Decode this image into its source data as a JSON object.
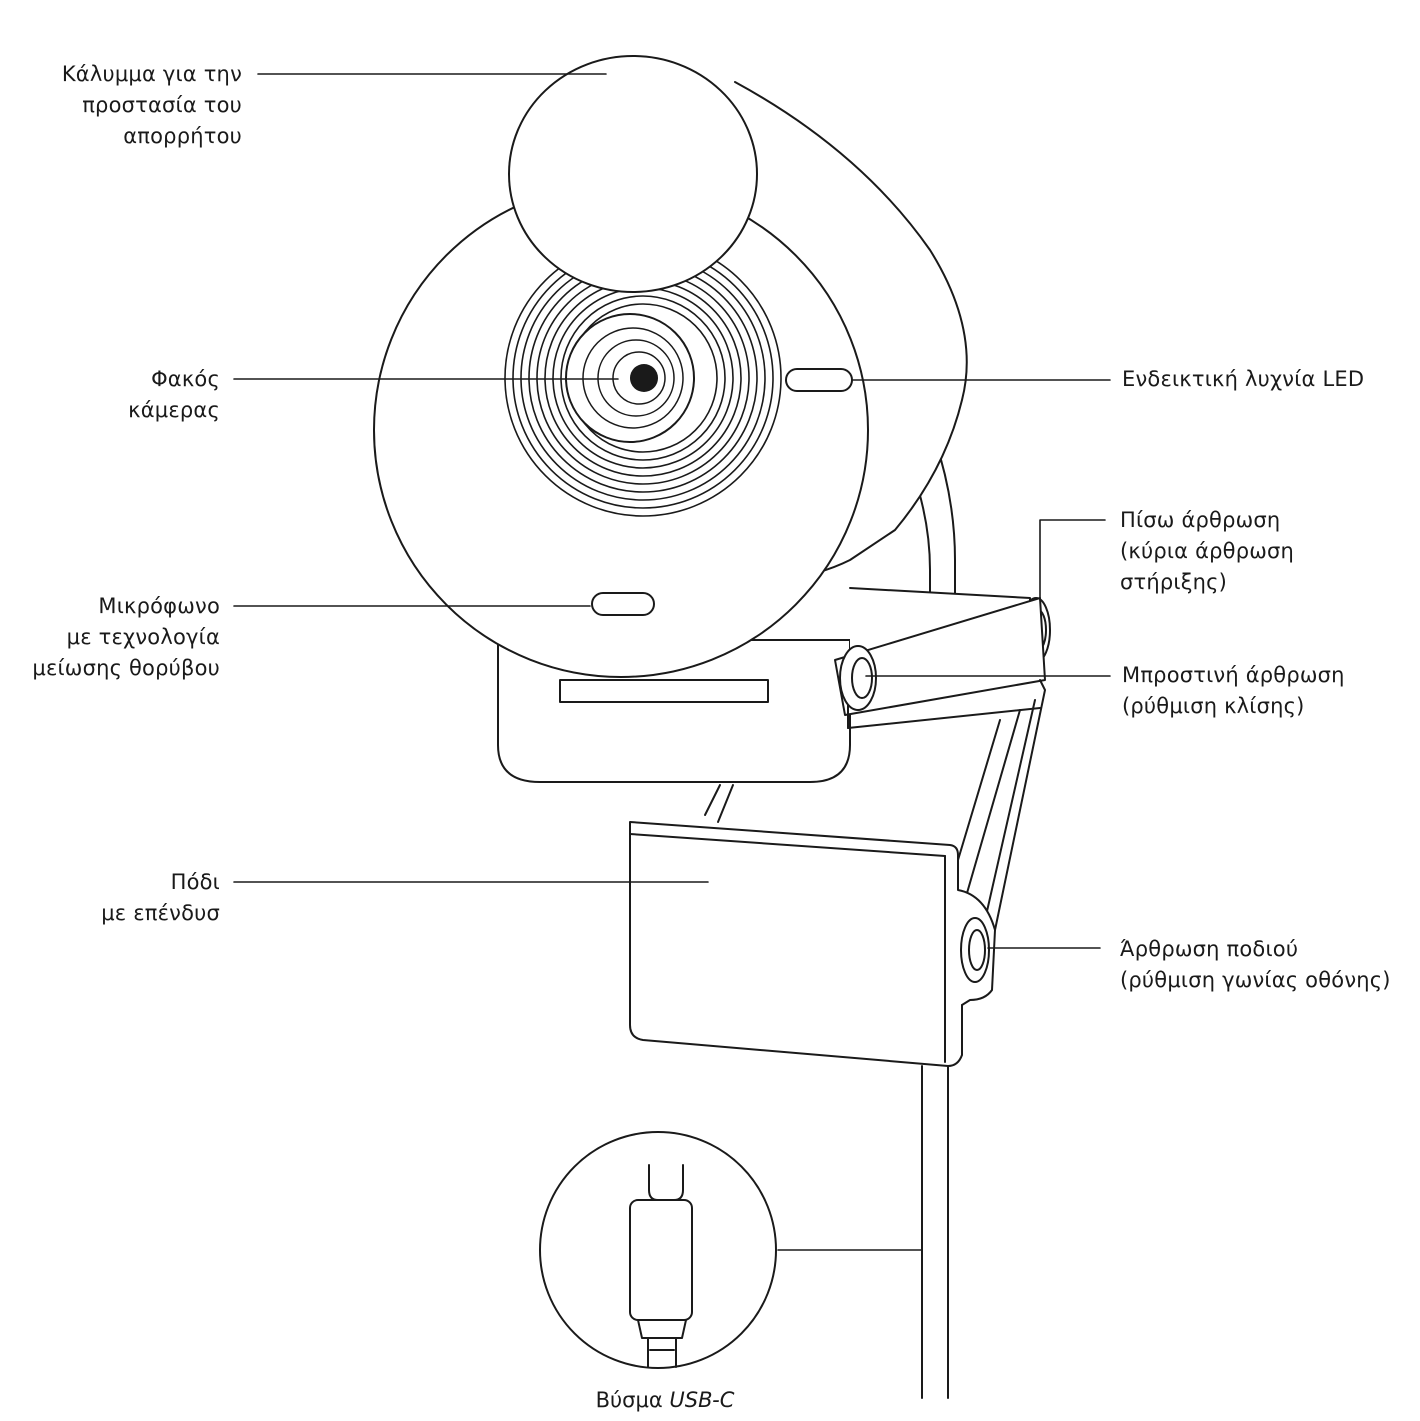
{
  "colors": {
    "stroke": "#1a1a1a",
    "fill": "#ffffff",
    "text": "#1a1a1a"
  },
  "labels": {
    "privacy_cover": [
      "Κάλυμμα για την",
      "προστασία του",
      "απορρήτου"
    ],
    "camera_lens": [
      "Φακός",
      "κάμερας"
    ],
    "microphone": [
      "Μικρόφωνο",
      "με τεχνολογία",
      "μείωσης θορύβου"
    ],
    "padded_foot": [
      "Πόδι",
      "με επένδυσ"
    ],
    "led_light": [
      "Ενδεικτική λυχνία LED"
    ],
    "rear_hinge": [
      "Πίσω άρθρωση",
      "(κύρια άρθρωση",
      "στήριξης)"
    ],
    "front_hinge": [
      "Μπροστινή άρθρωση",
      "(ρύθμιση κλίσης)"
    ],
    "foot_hinge": [
      "Άρθρωση ποδιού",
      "(ρύθμιση γωνίας οθόνης)"
    ],
    "usb_plug": {
      "prefix": "Βύσμα",
      "type": "USB-C"
    }
  }
}
